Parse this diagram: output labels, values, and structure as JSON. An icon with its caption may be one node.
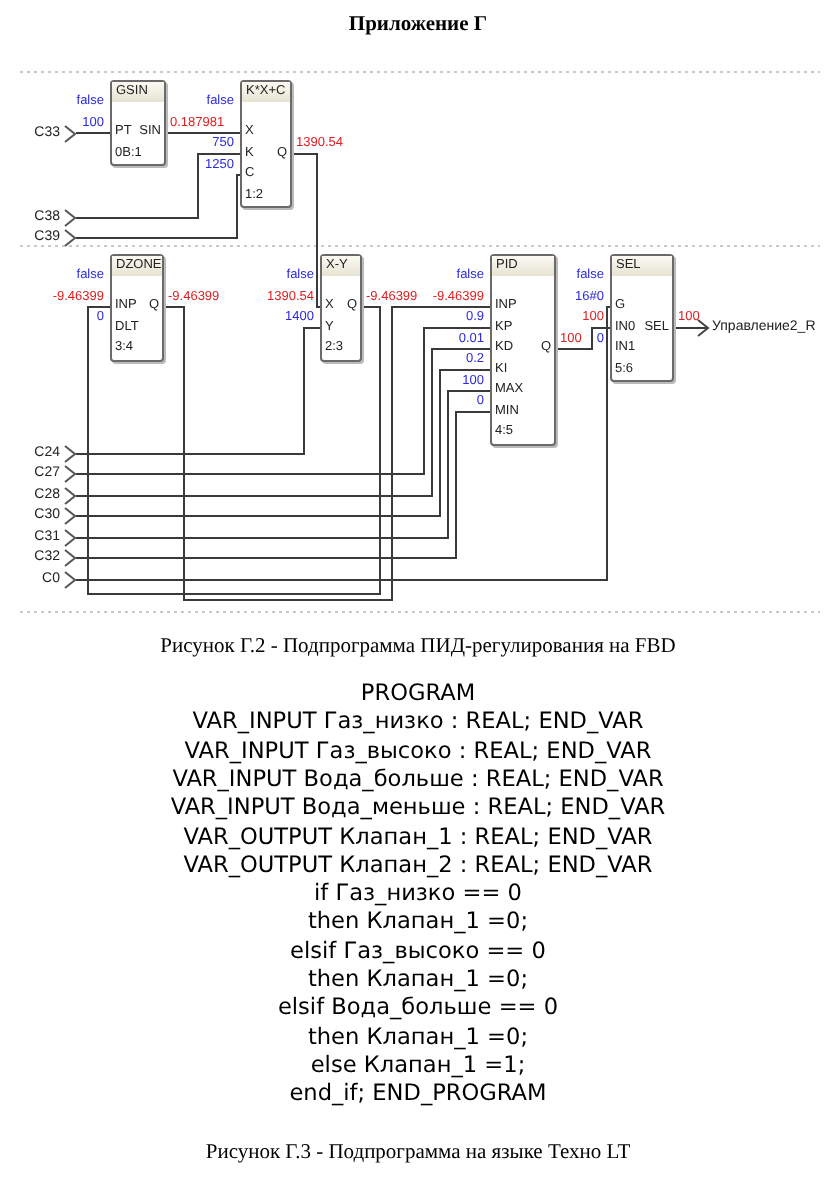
{
  "diagram": {
    "title": "Приложение Г",
    "caption": "Рисунок Г.2 - Подпрограмма ПИД-регулирования на FBD",
    "nodes": [
      {
        "text": [
          "C33"
        ]
      },
      {
        "text": [
          "GSIN",
          "PT",
          "SIN",
          "0B:1"
        ],
        "beside": [
          "false",
          "100",
          "0.187981"
        ]
      },
      {
        "text": [
          "K*X+C",
          "X",
          "K",
          "C",
          "Q",
          "1:2"
        ],
        "beside": [
          "false",
          "750",
          "1250",
          "1390.54"
        ]
      },
      {
        "text": [
          "C38"
        ]
      },
      {
        "text": [
          "C39"
        ]
      },
      {
        "text": [
          "DZONE",
          "INP",
          "DLT",
          "Q",
          "3:4"
        ],
        "beside": [
          "false",
          "-9.46399",
          "0",
          "-9.46399"
        ]
      },
      {
        "text": [
          "X-Y",
          "X",
          "Y",
          "Q",
          "2:3"
        ],
        "beside": [
          "false",
          "1390.54",
          "1400",
          "-9.46399"
        ]
      },
      {
        "text": [
          "PID",
          "INP",
          "KP",
          "KD",
          "KI",
          "MAX",
          "MIN",
          "Q",
          "4:5"
        ],
        "beside": [
          "false",
          "-9.46399",
          "0.9",
          "0.01",
          "0.2",
          "100",
          "0",
          "100"
        ]
      },
      {
        "text": [
          "SEL",
          "G",
          "IN0",
          "IN1",
          "SEL",
          "5:6"
        ],
        "beside": [
          "false",
          "16#0",
          "100",
          "0",
          "100"
        ]
      },
      {
        "text": [
          "Управление2_R"
        ]
      },
      {
        "text": [
          "C24"
        ]
      },
      {
        "text": [
          "C27"
        ]
      },
      {
        "text": [
          "C28"
        ]
      },
      {
        "text": [
          "C30"
        ]
      },
      {
        "text": [
          "C31"
        ]
      },
      {
        "text": [
          "C32"
        ]
      },
      {
        "text": [
          "C0"
        ]
      }
    ],
    "edges": [
      {
        "from": 0,
        "to": 1,
        "arrow": "none"
      },
      {
        "from": 1,
        "to": 2,
        "arrow": "none"
      },
      {
        "from": 3,
        "to": 2,
        "arrow": "none"
      },
      {
        "from": 4,
        "to": 2,
        "arrow": "none"
      },
      {
        "from": 2,
        "to": 6,
        "arrow": "none"
      },
      {
        "from": 10,
        "to": 6,
        "arrow": "none"
      },
      {
        "from": 6,
        "to": 5,
        "arrow": "none"
      },
      {
        "from": 5,
        "to": 7,
        "arrow": "none"
      },
      {
        "from": 11,
        "to": 7,
        "arrow": "none"
      },
      {
        "from": 12,
        "to": 7,
        "arrow": "none"
      },
      {
        "from": 13,
        "to": 7,
        "arrow": "none"
      },
      {
        "from": 14,
        "to": 7,
        "arrow": "none"
      },
      {
        "from": 15,
        "to": 7,
        "arrow": "none"
      },
      {
        "from": 7,
        "to": 8,
        "arrow": "none"
      },
      {
        "from": 16,
        "to": 8,
        "arrow": "none"
      },
      {
        "from": 8,
        "to": 9,
        "arrow": "to"
      }
    ],
    "labels": [
      "PROGRAM",
      "VAR_INPUT Газ_низко : REAL; END_VAR",
      "VAR_INPUT Газ_высоко : REAL; END_VAR",
      "VAR_INPUT Вода_больше : REAL; END_VAR",
      "VAR_INPUT Вода_меньше : REAL; END_VAR",
      "VAR_OUTPUT Клапан_1 : REAL; END_VAR",
      "VAR_OUTPUT Клапан_2 : REAL; END_VAR",
      "if Газ_низко == 0",
      "then Клапан_1 =0;",
      "elsif Газ_высоко == 0",
      "then Клапан_1 =0;",
      "elsif Вода_больше == 0",
      "then Клапан_1 =0;",
      "else Клапан_1 =1;",
      "end_if; END_PROGRAM",
      "Рисунок Г.3 - Подпрограмма на языке Техно LT"
    ]
  }
}
